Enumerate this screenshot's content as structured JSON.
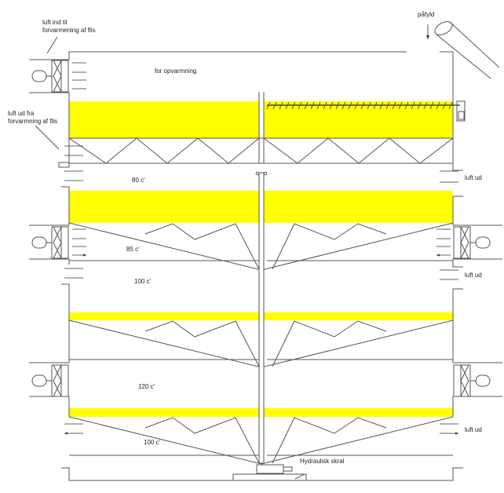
{
  "labels": {
    "air_in_line1": "luft ind til",
    "air_in_line2": "forvarmening af flis",
    "air_out_line1": "luft ud fra",
    "air_out_line2": "forvarmning af flis",
    "preheating": "for opvarmning",
    "fill": "påfyld",
    "temp_80": "80 c'",
    "temp_85": "85 c'",
    "temp_100_a": "100 c'",
    "temp_120": "120 c'",
    "temp_100_b": "100 c'",
    "air_out_1": "luft ud",
    "air_out_2": "luft ud",
    "air_out_3": "luft ud",
    "hydraulic": "Hydraulisk skral"
  },
  "colors": {
    "chips": "#ffff00",
    "lines": "#555555"
  }
}
